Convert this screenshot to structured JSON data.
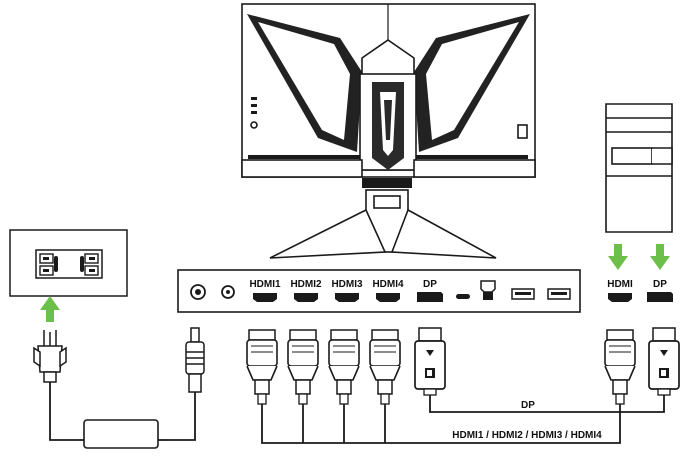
{
  "panel": {
    "port_labels": [
      "HDMI1",
      "HDMI2",
      "HDMI3",
      "HDMI4",
      "DP"
    ]
  },
  "pc": {
    "hdmi_label": "HDMI",
    "dp_label": "DP"
  },
  "cables": {
    "dp_label": "DP",
    "hdmi_bus_label": "HDMI1 / HDMI2 / HDMI3 / HDMI4"
  },
  "colors": {
    "line": "#1a1a1a",
    "arrow": "#6cc04a",
    "fill_light": "#f4f4f4",
    "fill_dark": "#222222"
  },
  "icons": [
    "monitor-rear",
    "wall-outlet-icon",
    "power-plug-icon",
    "power-adapter-icon",
    "dc-plug-icon",
    "hdmi-connector-icon",
    "dp-connector-icon",
    "pc-tower-icon",
    "arrow-up-icon",
    "arrow-down-icon"
  ]
}
